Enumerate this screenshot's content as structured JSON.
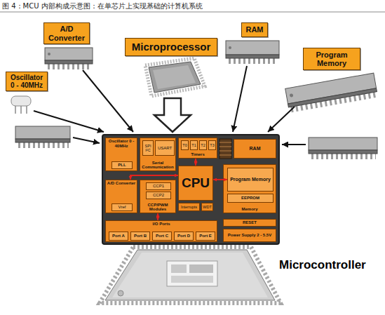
{
  "diagram": {
    "title": "图 4：MCU 内部构成示意图：在单芯片上实现基础的计算机系统",
    "nodes": [
      {
        "text": [
          "A/D Converter"
        ]
      },
      {
        "text": [
          "Microprocessor"
        ]
      },
      {
        "text": [
          "RAM"
        ]
      },
      {
        "text": [
          "Program Memory"
        ]
      },
      {
        "text": [
          "Oscillator 0 - 40MHz"
        ]
      },
      {
        "text": [
          "Oscillator 0 - 40MHz"
        ]
      },
      {
        "text": [
          "PLL"
        ],
        "in": 5
      },
      {
        "text": [
          "Serial Communication"
        ]
      },
      {
        "text": [
          "SPI I²C"
        ],
        "in": 7
      },
      {
        "text": [
          "USART"
        ],
        "in": 7
      },
      {
        "text": [
          "Timers"
        ]
      },
      {
        "text": [
          "T0"
        ],
        "in": 10
      },
      {
        "text": [
          "T1"
        ],
        "in": 10
      },
      {
        "text": [
          "T2"
        ],
        "in": 10
      },
      {
        "text": [
          "T3"
        ],
        "in": 10
      },
      {
        "text": [
          "RAM"
        ]
      },
      {
        "text": [
          "CPU"
        ]
      },
      {
        "text": [
          "Interrupts"
        ]
      },
      {
        "text": [
          "WDT"
        ]
      },
      {
        "text": [
          "Memory"
        ]
      },
      {
        "text": [
          "Program Memory"
        ],
        "in": 19
      },
      {
        "text": [
          "EEPROM"
        ],
        "in": 19
      },
      {
        "text": [
          "A/D Converter"
        ]
      },
      {
        "text": [
          "Vref"
        ],
        "in": 22
      },
      {
        "text": [
          "CCP/PWM Modules"
        ]
      },
      {
        "text": [
          "CCP1"
        ],
        "in": 24
      },
      {
        "text": [
          "CCP2"
        ],
        "in": 24
      },
      {
        "text": [
          "I/O Ports"
        ]
      },
      {
        "text": [
          "Port A"
        ],
        "in": 27
      },
      {
        "text": [
          "Port B"
        ],
        "in": 27
      },
      {
        "text": [
          "Port C"
        ],
        "in": 27
      },
      {
        "text": [
          "Port D"
        ],
        "in": 27
      },
      {
        "text": [
          "Port E"
        ],
        "in": 27
      },
      {
        "text": [
          "RESET"
        ]
      },
      {
        "text": [
          "Power Supply 2 - 5.5V"
        ]
      }
    ],
    "edges": [
      {
        "from": 22,
        "to": 16,
        "arrow": "both"
      },
      {
        "from": 16,
        "to": 20,
        "arrow": "both"
      },
      {
        "from": 10,
        "to": 16,
        "arrow": "both"
      },
      {
        "from": 24,
        "to": 27,
        "arrow": "both"
      }
    ],
    "labels": [
      "Microcontroller"
    ]
  }
}
